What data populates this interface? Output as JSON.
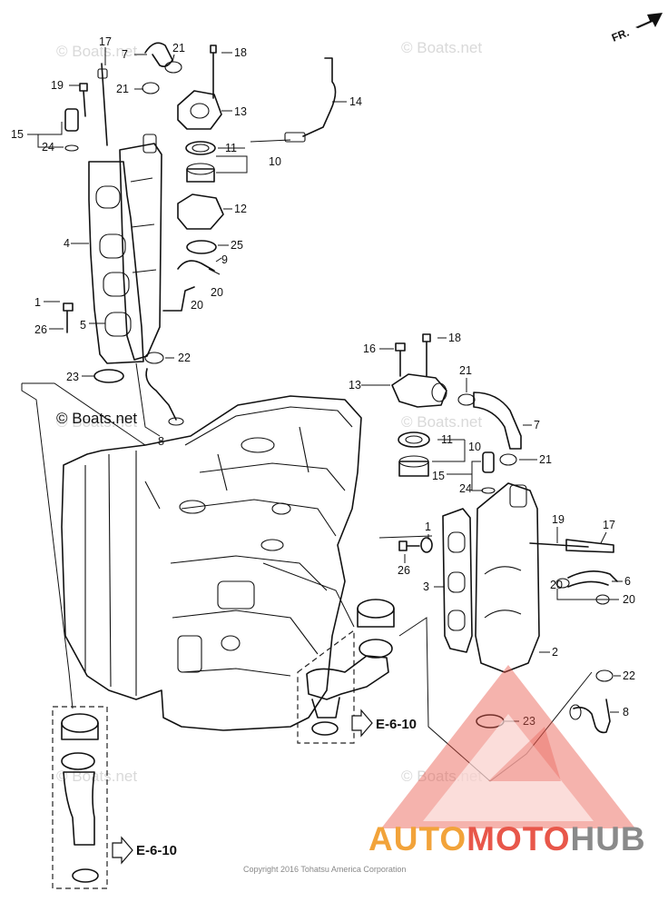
{
  "diagram": {
    "direction_label": "FR.",
    "watermark": "© Boats.net",
    "corner_watermark": "© Boats.net",
    "copyright": "Copyright 2016 Tohatsu America Corporation",
    "refs": [
      "E-6-10",
      "E-6-10"
    ],
    "brand": {
      "part1": "AUTO",
      "part2": "MOTO",
      "part3": "HUB"
    },
    "colors": {
      "logo_orange": "#f2a33a",
      "logo_red": "#e8574a",
      "logo_gray": "#8a8a8a",
      "ink": "#111111"
    },
    "callouts": [
      "1",
      "2",
      "3",
      "4",
      "5",
      "6",
      "7",
      "8",
      "9",
      "10",
      "11",
      "12",
      "13",
      "14",
      "15",
      "16",
      "17",
      "18",
      "19",
      "20",
      "21",
      "22",
      "23",
      "24",
      "25",
      "26"
    ]
  },
  "labels": [
    "17",
    "7",
    "21",
    "18",
    "19",
    "21",
    "13",
    "14",
    "15",
    "24",
    "11",
    "10",
    "12",
    "4",
    "25",
    "9",
    "20",
    "1",
    "20",
    "26",
    "5",
    "22",
    "23",
    "8",
    "16",
    "18",
    "13",
    "21",
    "7",
    "11",
    "10",
    "21",
    "15",
    "24",
    "1",
    "26",
    "3",
    "19",
    "17",
    "20",
    "6",
    "20",
    "2",
    "22",
    "8",
    "23"
  ]
}
